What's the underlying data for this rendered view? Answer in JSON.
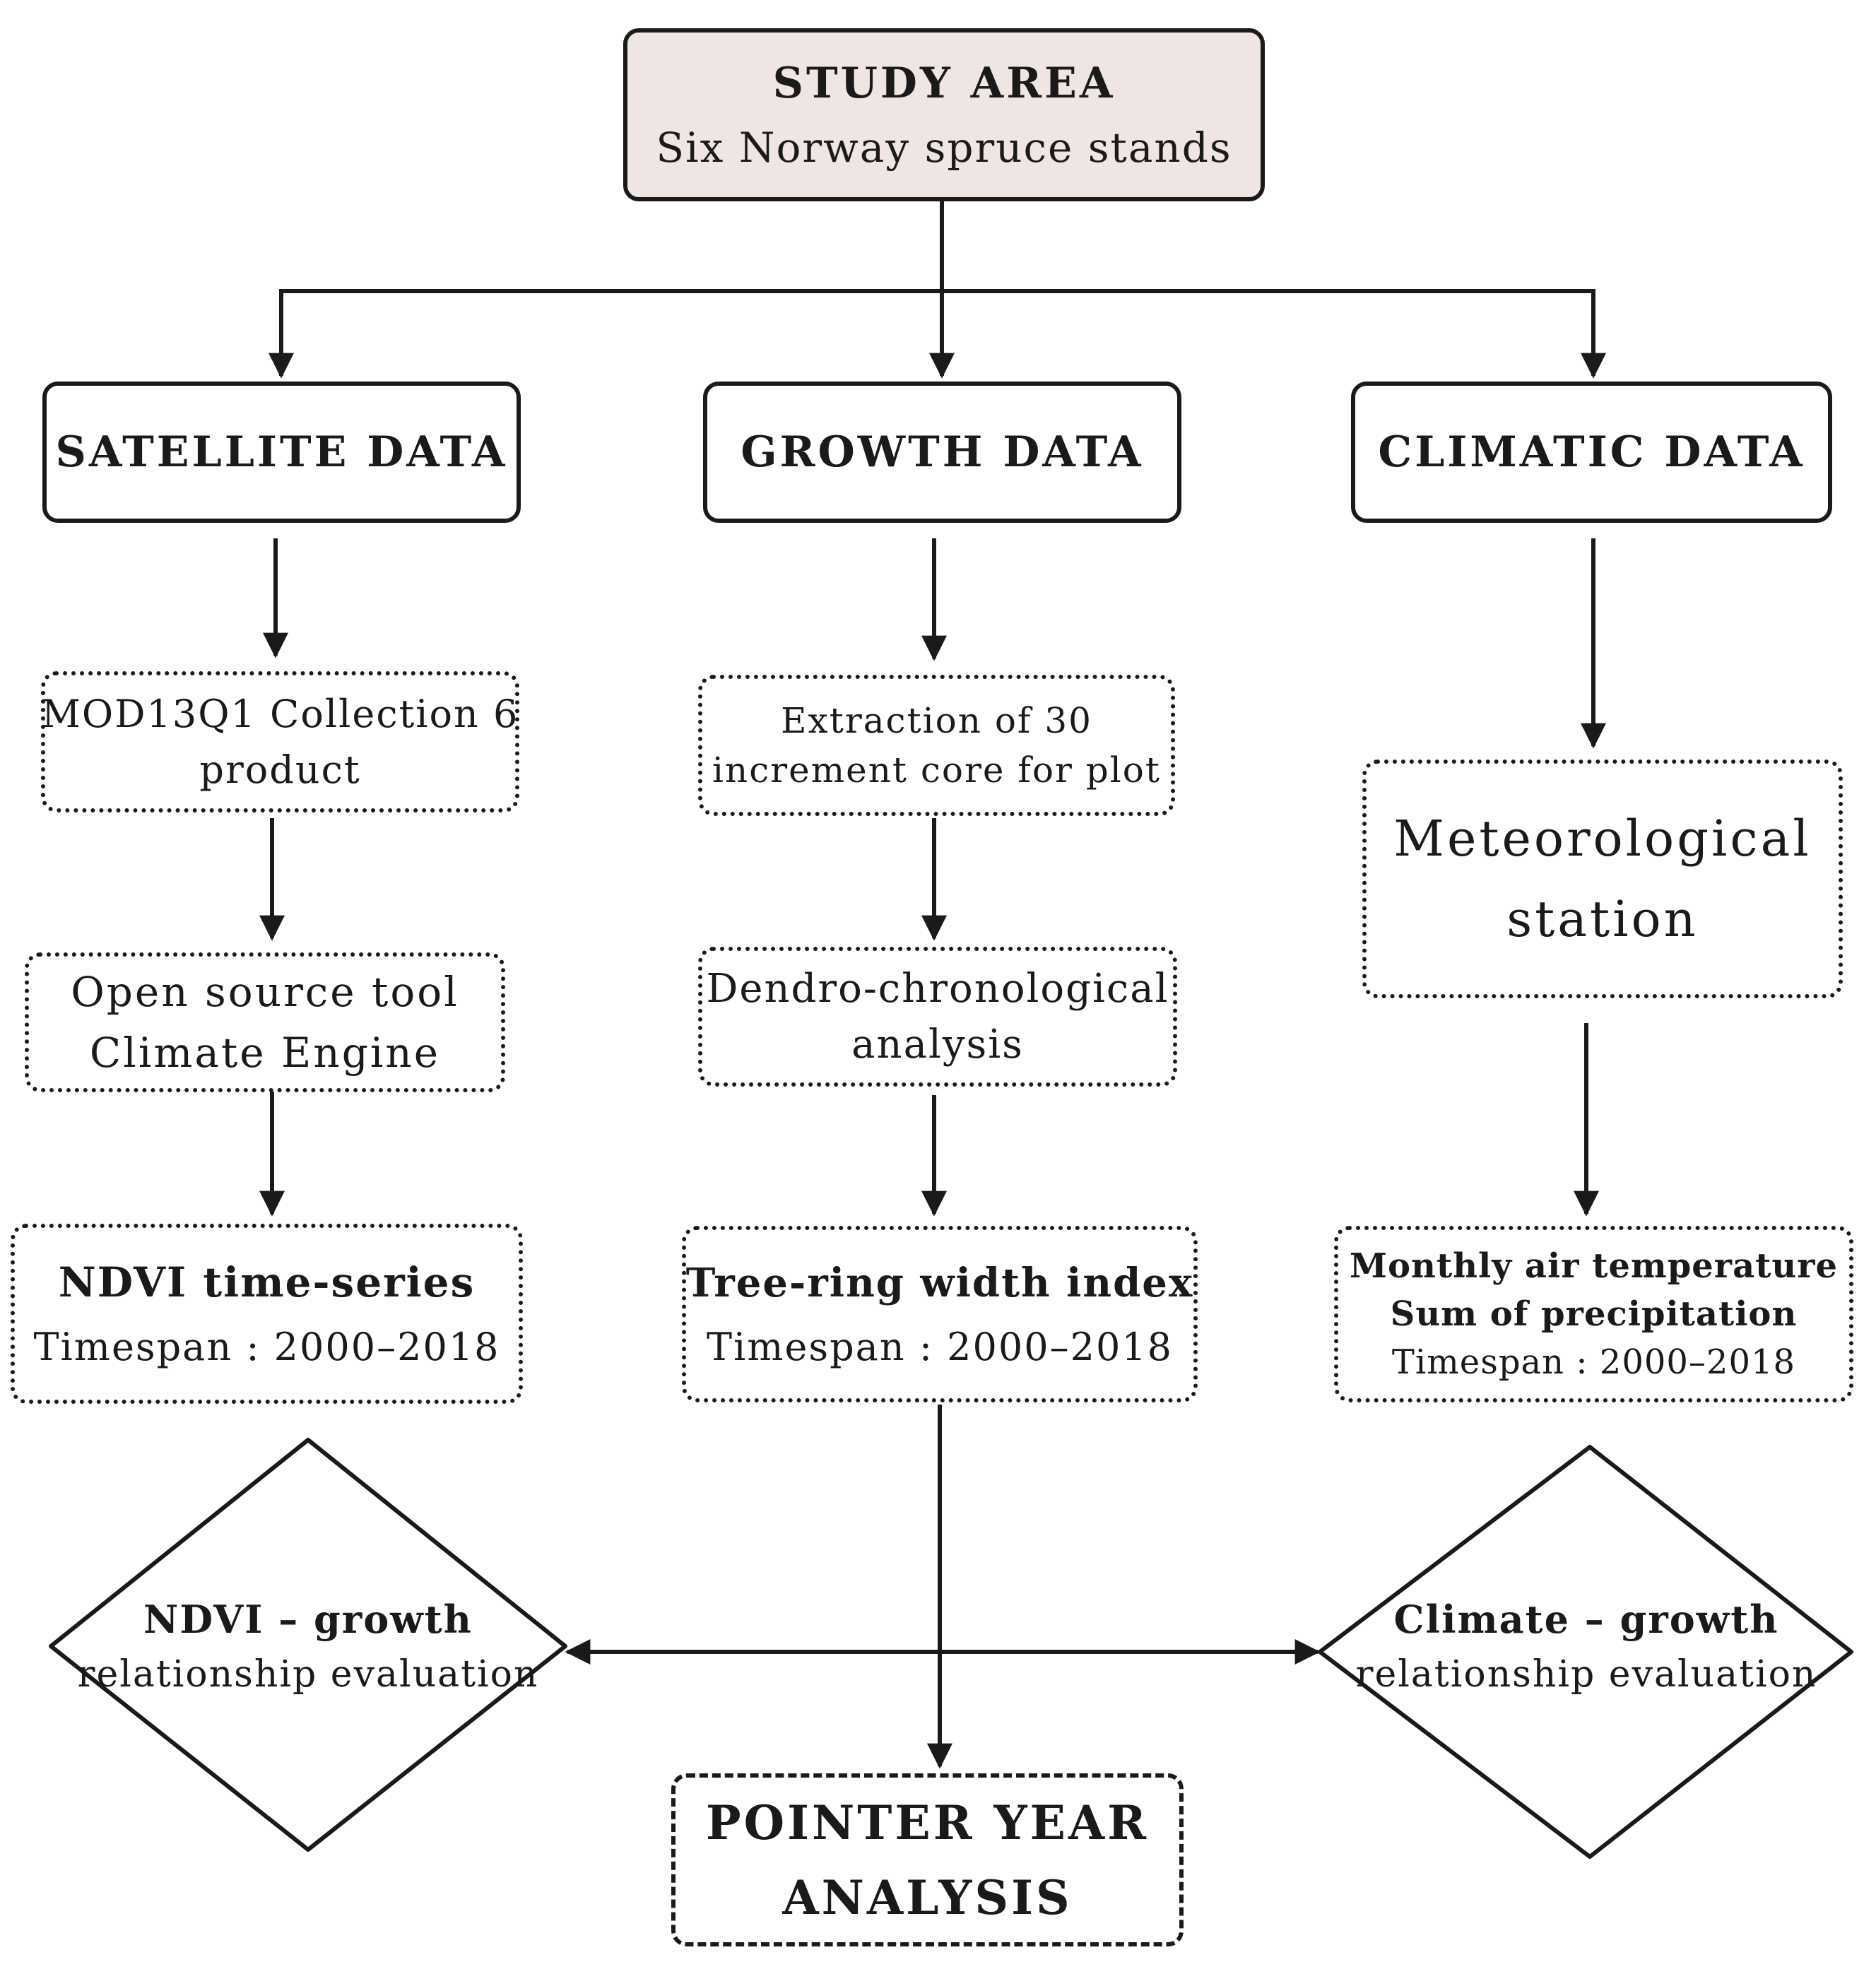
{
  "study_area": {
    "title": "STUDY AREA",
    "subtitle": "Six Norway spruce stands"
  },
  "satellite": {
    "header": "SATELLITE DATA",
    "step1": [
      "MOD13Q1 Collection 6",
      "product"
    ],
    "step2": [
      "Open source tool",
      "Climate Engine"
    ],
    "result_title": "NDVI time-series",
    "result_span": "Timespan : 2000–2018"
  },
  "growth": {
    "header": "GROWTH DATA",
    "step1": [
      "Extraction of  30",
      "increment core for plot"
    ],
    "step2": [
      "Dendro-chronological",
      "analysis"
    ],
    "result_title": "Tree-ring width index",
    "result_span": "Timespan : 2000–2018"
  },
  "climatic": {
    "header": "CLIMATIC DATA",
    "step1": [
      "Meteorological",
      "station"
    ],
    "result_line1": "Monthly air temperature",
    "result_line2": "Sum of precipitation",
    "result_span": "Timespan : 2000–2018"
  },
  "evaluations": {
    "ndvi": {
      "line1": "NDVI – growth",
      "line2": "relationship evaluation"
    },
    "climate": {
      "line1": "Climate – growth",
      "line2": "relationship evaluation"
    }
  },
  "pointer": {
    "line1": "POINTER YEAR",
    "line2": "ANALYSIS"
  },
  "colors": {
    "study_fill": "#efe5e2",
    "stroke": "#1a1a1a"
  }
}
